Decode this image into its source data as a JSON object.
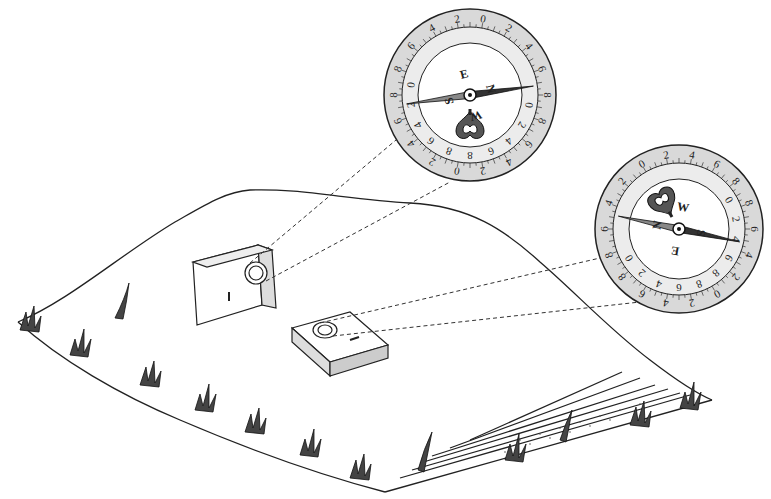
{
  "diagram": {
    "labels": [
      "0",
      "2",
      "4",
      "6",
      "8",
      "8",
      "6",
      "4",
      "2",
      "0",
      "2",
      "4",
      "6",
      "8",
      "8",
      "6",
      "4",
      "2",
      "0",
      "2",
      "4",
      "6",
      "8",
      "8",
      "6",
      "4",
      "2",
      "0",
      "N",
      "E",
      "S",
      "W",
      "0",
      "2",
      "4",
      "6",
      "8",
      "8",
      "6",
      "4",
      "2",
      "0",
      "2",
      "4",
      "6",
      "8",
      "8",
      "6",
      "4",
      "2",
      "0",
      "2",
      "4",
      "6",
      "8",
      "8",
      "6",
      "4",
      "2",
      "0",
      "N",
      "E",
      "S",
      "W"
    ]
  }
}
